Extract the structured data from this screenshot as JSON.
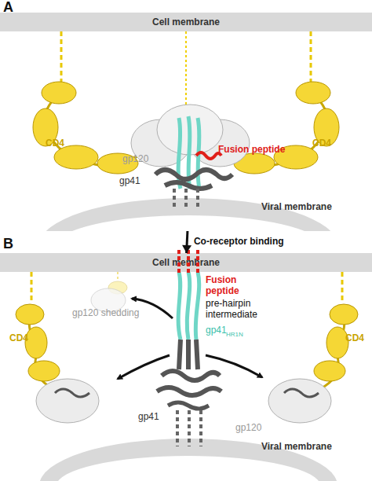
{
  "diagram": {
    "nodes": [
      {
        "text": [
          "Cell membrane"
        ]
      },
      {
        "text": [
          "Viral membrane"
        ]
      },
      {
        "text": [
          "Cell membrane"
        ]
      },
      {
        "text": [
          "Viral membrane"
        ]
      }
    ],
    "edges": [
      {
        "from": 1,
        "to": 2,
        "arrow": "to",
        "label": "Co-receptor binding"
      }
    ],
    "labels": [
      "A",
      "CD4",
      "CD4",
      "gp120",
      "Fusion peptide",
      "gp41",
      "B",
      "Fusion peptide",
      "pre-hairpin intermediate",
      "gp41",
      "HR1N",
      "gp120 shedding",
      "CD4",
      "CD4",
      "gp120",
      "gp41"
    ]
  }
}
